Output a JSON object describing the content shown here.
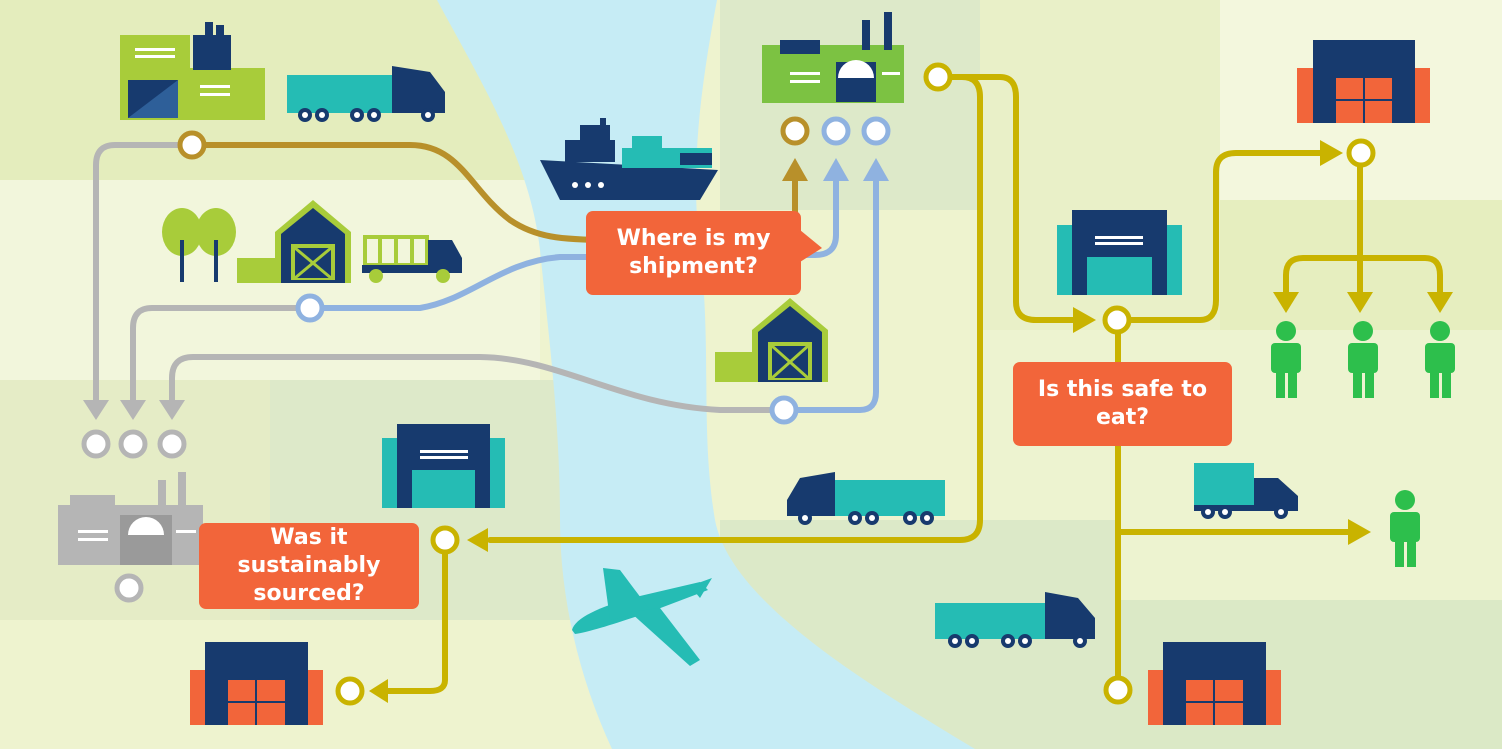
{
  "callouts": {
    "shipment": [
      "Where is my",
      "shipment?"
    ],
    "safe": [
      "Is this safe to",
      "eat?"
    ],
    "sourced": [
      "Was it",
      "sustainably",
      "sourced?"
    ]
  },
  "colors": {
    "gold_route": "#c9b300",
    "brown_route": "#b8902a",
    "blue_route": "#8fb2e0",
    "gray_route": "#b5b5b5",
    "callout": "#f2653a",
    "navy": "#173a6e",
    "teal": "#25bcb4",
    "lime": "#a8cc3a",
    "river": "#c6ecf5",
    "person": "#2dbf4c",
    "orange_door": "#f2653a"
  },
  "icons": [
    "factory-icon",
    "truck-icon",
    "ship-icon",
    "tree-icon",
    "barn-icon",
    "warehouse-icon",
    "person-icon",
    "airplane-icon",
    "node-icon",
    "arrow-icon"
  ]
}
